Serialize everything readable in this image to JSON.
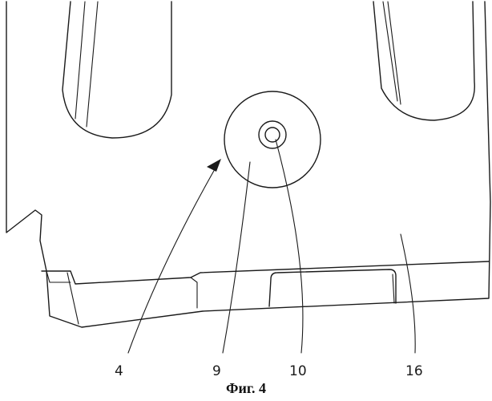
{
  "figure": {
    "caption": "Фиг. 4",
    "labels": {
      "ref_4": "4",
      "ref_9": "9",
      "ref_10": "10",
      "ref_16": "16"
    }
  }
}
